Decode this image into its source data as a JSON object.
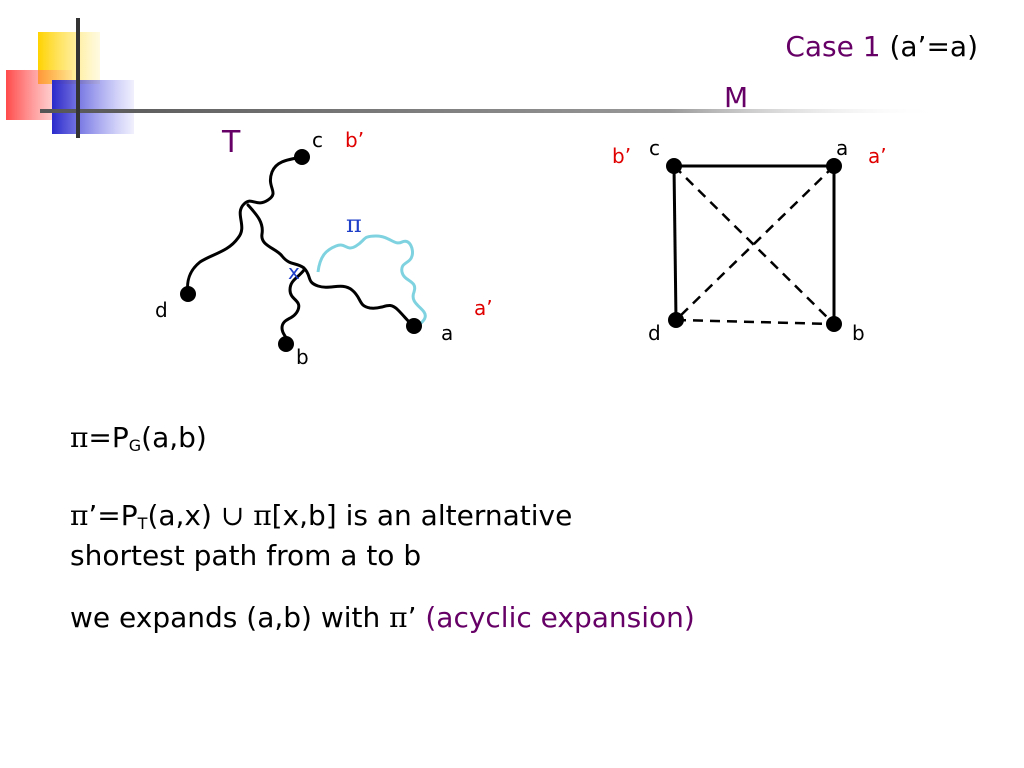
{
  "title": {
    "case_label": "Case 1",
    "condition": "(a’=a)"
  },
  "tree": {
    "label": "T",
    "nodes": {
      "c": "c",
      "d": "d",
      "b": "b",
      "a": "a"
    },
    "mapped": {
      "c": "b’",
      "a": "a’"
    },
    "x_label": "x",
    "pi_label": "π"
  },
  "matrix": {
    "label": "M",
    "nodes": {
      "c": "c",
      "a": "a",
      "d": "d",
      "b": "b"
    },
    "mapped": {
      "c": "b’",
      "a": "a’"
    }
  },
  "text": {
    "line1": {
      "pi": "π",
      "eq": "=P",
      "sub": "G",
      "rest": "(a,b)"
    },
    "line2": {
      "pi": "π",
      "prime_eq": "’=P",
      "sub": "T",
      "rest1": "(a,x) ",
      "cup": "∪",
      "pi2": " π",
      "rest2": "[x,b]  is an alternative"
    },
    "line3": "shortest path from a to b",
    "line4": {
      "text": "we expands (a,b) with ",
      "pi": "π",
      "prime": "’",
      "paren": "  (acyclic expansion)"
    }
  },
  "colors": {
    "accent_purple": "#660066",
    "mapped_red": "#e00000",
    "pi_blue": "#1f3fc8",
    "pi_path": "#7fd3e0"
  }
}
